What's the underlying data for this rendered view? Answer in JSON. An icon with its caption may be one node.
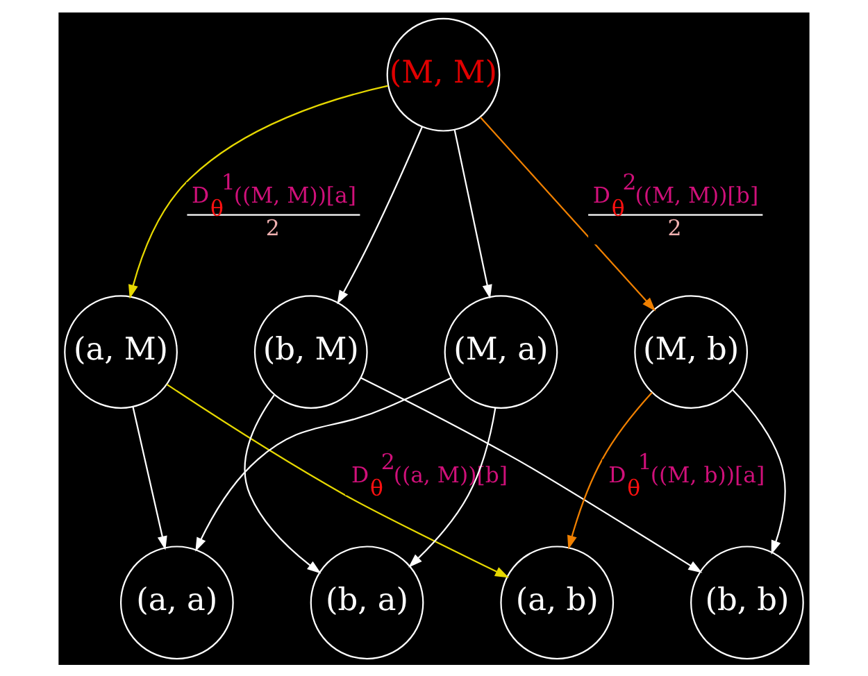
{
  "diagram": {
    "nodes": [
      {
        "text": [
          "(M, M)"
        ]
      },
      {
        "text": [
          "(a, M)"
        ]
      },
      {
        "text": [
          "(b, M)"
        ]
      },
      {
        "text": [
          "(M, a)"
        ]
      },
      {
        "text": [
          "(M, b)"
        ]
      },
      {
        "text": [
          "(a, a)"
        ]
      },
      {
        "text": [
          "(b, a)"
        ]
      },
      {
        "text": [
          "(a, b)"
        ]
      },
      {
        "text": [
          "(b, b)"
        ]
      }
    ],
    "edges": [
      {
        "from": 0,
        "to": 1,
        "arrow": "to",
        "color": "#e6d800",
        "label": "D$_{θ}$$^{1}$((M, M))[a] 2"
      },
      {
        "from": 0,
        "to": 2,
        "arrow": "to"
      },
      {
        "from": 0,
        "to": 3,
        "arrow": "to"
      },
      {
        "from": 0,
        "to": 4,
        "arrow": "to",
        "color": "#f08000",
        "label": "D$_{θ}$$^{2}$((M, M))[b] 2"
      },
      {
        "from": 1,
        "to": 5,
        "arrow": "to"
      },
      {
        "from": 1,
        "to": 7,
        "arrow": "to",
        "color": "#e6d800",
        "label": "D$_{θ}$$^{2}$((a, M))[b]"
      },
      {
        "from": 2,
        "to": 6,
        "arrow": "to"
      },
      {
        "from": 2,
        "to": 8,
        "arrow": "to"
      },
      {
        "from": 3,
        "to": 5,
        "arrow": "to"
      },
      {
        "from": 3,
        "to": 6,
        "arrow": "to"
      },
      {
        "from": 4,
        "to": 7,
        "arrow": "to",
        "color": "#f08000",
        "label": "D$_{θ}$$^{1}$((M, b))[a]"
      },
      {
        "from": 4,
        "to": 8,
        "arrow": "to"
      }
    ]
  }
}
